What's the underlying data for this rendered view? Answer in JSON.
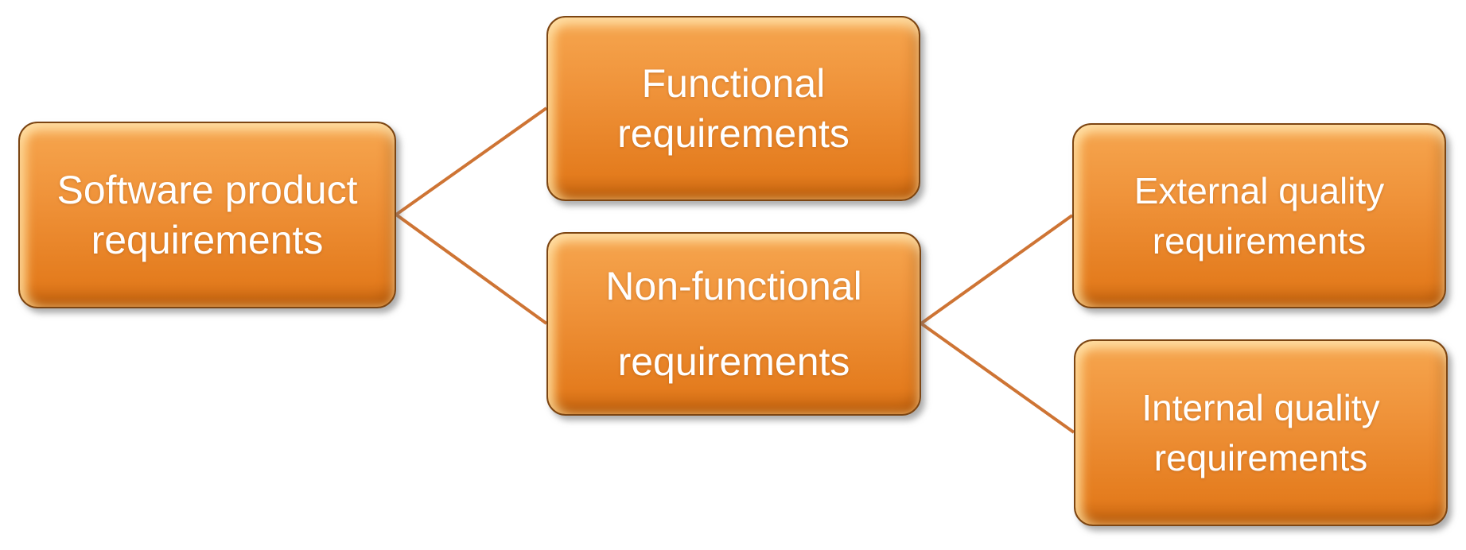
{
  "colors": {
    "box-top": "#f6a64f",
    "box-mid": "#ef9239",
    "box-bottom": "#e47c1e",
    "box-edge": "#c96812",
    "box-border": "#7c4512",
    "connector": "#ce7434",
    "text": "#ffffff",
    "background": "#ffffff"
  },
  "nodes": {
    "root": {
      "label": "Software product requirements",
      "lines": [
        "Software product",
        "requirements"
      ]
    },
    "functional": {
      "label": "Functional requirements",
      "lines": [
        "Functional",
        "requirements"
      ]
    },
    "nonfunctional": {
      "label": "Non-functional requirements",
      "lines": [
        "Non-functional",
        "requirements"
      ]
    },
    "external": {
      "label": "External quality requirements",
      "lines": [
        "External quality",
        "requirements"
      ]
    },
    "internal": {
      "label": "Internal quality requirements",
      "lines": [
        "Internal quality",
        "requirements"
      ]
    }
  },
  "edges": [
    {
      "from": "Software product requirements",
      "to": "Functional requirements"
    },
    {
      "from": "Software product requirements",
      "to": "Non-functional requirements"
    },
    {
      "from": "Non-functional requirements",
      "to": "External quality requirements"
    },
    {
      "from": "Non-functional requirements",
      "to": "Internal quality requirements"
    }
  ]
}
